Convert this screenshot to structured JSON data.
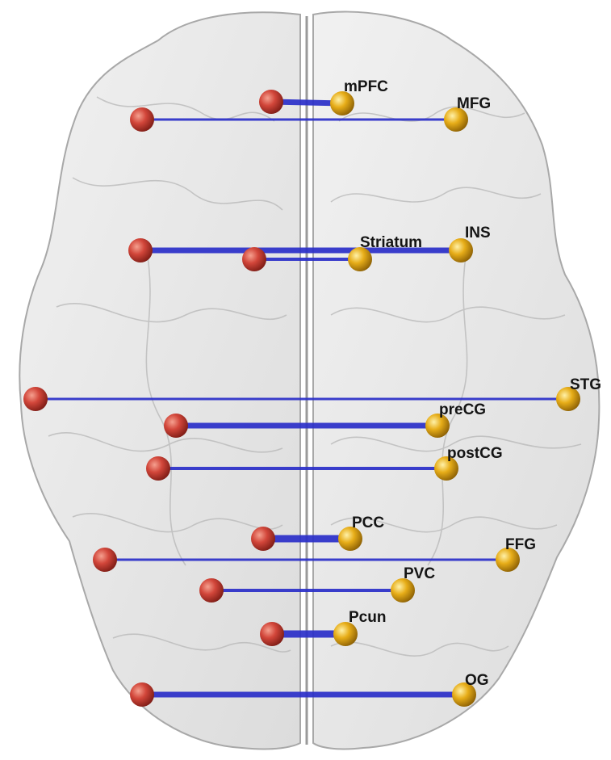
{
  "colors": {
    "left_node": "#c9453a",
    "right_node": "#e1a412",
    "edge": "#2b2fc9",
    "brain_fill": "#e6e6e6",
    "brain_stroke": "#a8a8a8"
  },
  "regions": [
    {
      "key": "mpfc",
      "label": "mPFC"
    },
    {
      "key": "mfg",
      "label": "MFG"
    },
    {
      "key": "striatum",
      "label": "Striatum"
    },
    {
      "key": "ins",
      "label": "INS"
    },
    {
      "key": "stg",
      "label": "STG"
    },
    {
      "key": "precg",
      "label": "preCG"
    },
    {
      "key": "postcg",
      "label": "postCG"
    },
    {
      "key": "pcc",
      "label": "PCC"
    },
    {
      "key": "ffg",
      "label": "FFG"
    },
    {
      "key": "pvc",
      "label": "PVC"
    },
    {
      "key": "pcun",
      "label": "Pcun"
    },
    {
      "key": "og",
      "label": "OG"
    }
  ]
}
